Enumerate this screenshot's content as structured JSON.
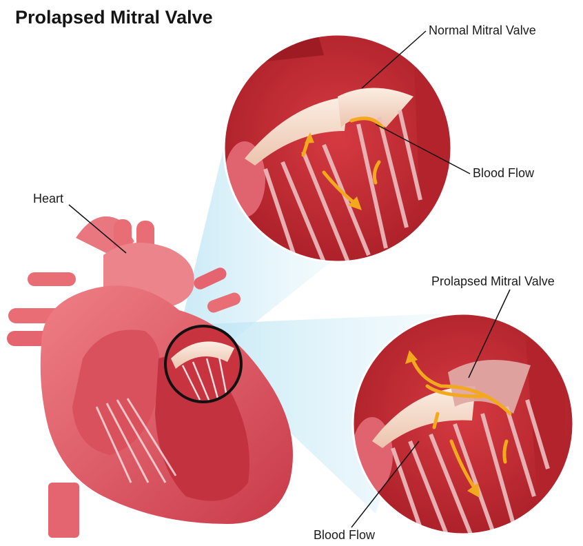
{
  "title": "Prolapsed Mitral Valve",
  "labels": {
    "normal_valve": "Normal Mitral Valve",
    "blood_flow_top": "Blood Flow",
    "heart": "Heart",
    "prolapsed_valve": "Prolapsed Mitral Valve",
    "blood_flow_bottom": "Blood Flow"
  },
  "colors": {
    "heart_red": "#e4606a",
    "heart_dark": "#b8283a",
    "inset_red": "#c0282f",
    "valve_cream": "#f6dcc8",
    "flow_arrow": "#f2a91e",
    "beam_blue": "#bfe6f4"
  }
}
